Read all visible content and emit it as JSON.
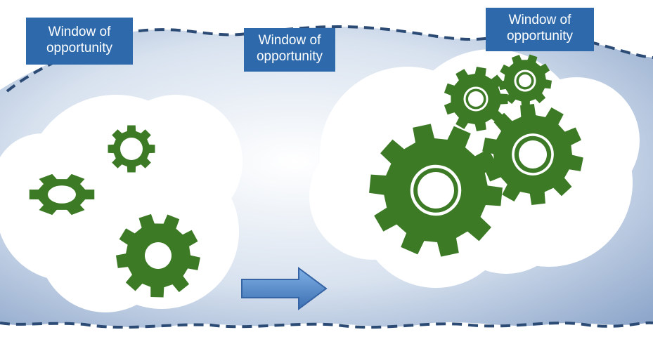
{
  "labels": [
    {
      "line1": "Window of",
      "line2": "opportunity"
    },
    {
      "line1": "Window of",
      "line2": "opportunity"
    },
    {
      "line1": "Window of",
      "line2": "opportunity"
    }
  ],
  "colors": {
    "label_bg": "#2e6aab",
    "label_text": "#ffffff",
    "gear": "#3d7a26",
    "dashed_line": "#2b4a74",
    "background_light": "#ffffff",
    "background_blue": "#8fa8cc",
    "arrow": "#4f86c9"
  },
  "icons": [
    "gear-icon",
    "right-arrow-icon"
  ]
}
